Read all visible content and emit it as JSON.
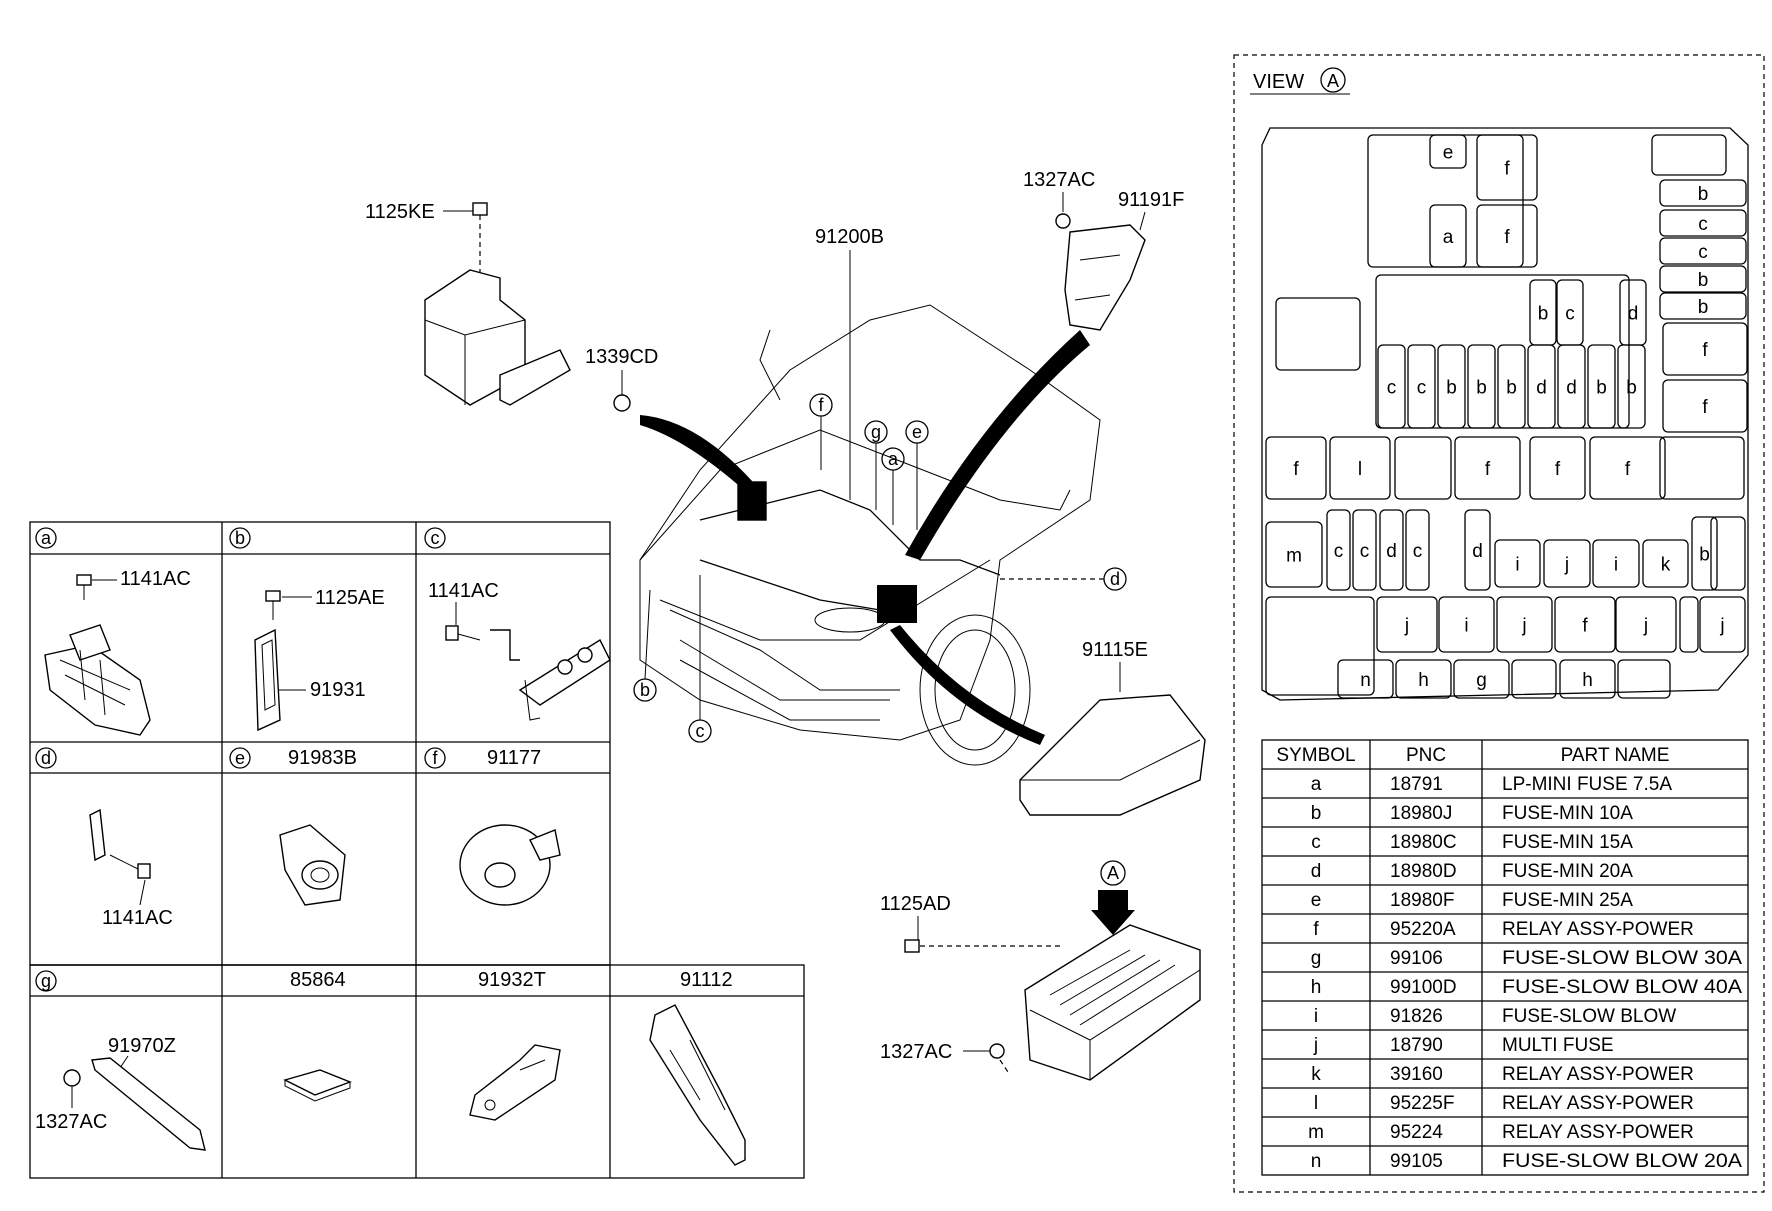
{
  "callouts": {
    "c_1125KE": "1125KE",
    "c_1339CD": "1339CD",
    "c_91200B": "91200B",
    "c_1327AC_top": "1327AC",
    "c_91191F": "91191F",
    "c_91115E": "91115E",
    "c_1125AD": "1125AD",
    "c_1327AC_box": "1327AC",
    "c_A_arrow": "A",
    "car_f": "f",
    "car_g": "g",
    "car_e": "e",
    "car_a": "a",
    "car_b": "b",
    "car_c": "c",
    "car_d": "d"
  },
  "detail_panels": {
    "a": {
      "letter": "a",
      "part1": "1141AC"
    },
    "b": {
      "letter": "b",
      "part1": "1125AE",
      "part2": "91931"
    },
    "c": {
      "letter": "c",
      "part1": "1141AC"
    },
    "d": {
      "letter": "d",
      "part1": "1141AC"
    },
    "e": {
      "letter": "e",
      "header": "91983B"
    },
    "f": {
      "letter": "f",
      "header": "91177"
    },
    "g": {
      "letter": "g",
      "part1": "91970Z",
      "part2": "1327AC"
    },
    "p85864": {
      "header": "85864"
    },
    "p91932T": {
      "header": "91932T"
    },
    "p91112": {
      "header": "91112"
    }
  },
  "view": {
    "title": "VIEW",
    "circle": "A"
  },
  "fuse_cells": [
    "e",
    "f",
    "a",
    "f",
    "b",
    "c",
    "c",
    "b",
    "b",
    "b",
    "c",
    "d",
    "f",
    "f",
    "c",
    "c",
    "b",
    "b",
    "b",
    "d",
    "d",
    "b",
    "b",
    "f",
    "l",
    "f",
    "f",
    "f",
    "m",
    "c",
    "c",
    "d",
    "c",
    "d",
    "i",
    "j",
    "i",
    "k",
    "b",
    "j",
    "i",
    "j",
    "f",
    "j",
    "j",
    "n",
    "h",
    "g",
    "h"
  ],
  "table": {
    "headers": [
      "SYMBOL",
      "PNC",
      "PART NAME"
    ],
    "rows": [
      [
        "a",
        "18791",
        "LP-MINI FUSE 7.5A"
      ],
      [
        "b",
        "18980J",
        "FUSE-MIN 10A"
      ],
      [
        "c",
        "18980C",
        "FUSE-MIN 15A"
      ],
      [
        "d",
        "18980D",
        "FUSE-MIN 20A"
      ],
      [
        "e",
        "18980F",
        "FUSE-MIN 25A"
      ],
      [
        "f",
        "95220A",
        "RELAY ASSY-POWER"
      ],
      [
        "g",
        "99106",
        "FUSE-SLOW BLOW 30A"
      ],
      [
        "h",
        "99100D",
        "FUSE-SLOW BLOW 40A"
      ],
      [
        "i",
        "91826",
        "FUSE-SLOW BLOW"
      ],
      [
        "j",
        "18790",
        "MULTI FUSE"
      ],
      [
        "k",
        "39160",
        "RELAY ASSY-POWER"
      ],
      [
        "l",
        "95225F",
        "RELAY ASSY-POWER"
      ],
      [
        "m",
        "95224",
        "RELAY ASSY-POWER"
      ],
      [
        "n",
        "99105",
        "FUSE-SLOW BLOW 20A"
      ]
    ]
  }
}
